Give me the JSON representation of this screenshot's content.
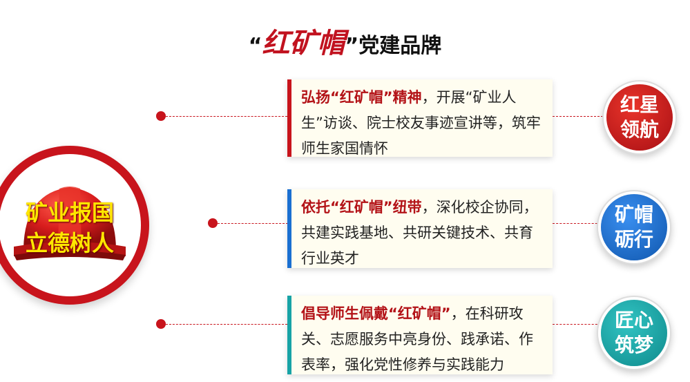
{
  "title": {
    "quote_open": "“",
    "highlight": "红矿帽",
    "quote_close": "”",
    "rest": "党建品牌"
  },
  "hub": {
    "line1": "矿业报国",
    "line2": "立德树人",
    "icon": "hard-hat-icon"
  },
  "items": [
    {
      "lead": "弘扬“红矿帽”精神",
      "body": "，开展“矿业人生”访谈、院士校友事迹宣讲等，筑牢师生家国情怀",
      "badge_line1": "红星",
      "badge_line2": "领航",
      "color": "#c8141c"
    },
    {
      "lead": "依托“红矿帽”纽带",
      "body": "，深化校企协同，共建实践基地、共研关键技术、共育行业英才",
      "badge_line1": "矿帽",
      "badge_line2": "砺行",
      "color": "#1a6fd1"
    },
    {
      "lead": "倡导师生佩戴“红矿帽”",
      "body": "，在科研攻关、志愿服务中亮身份、践承诺、作表率，强化党性修养与实践能力",
      "badge_line1": "匠心",
      "badge_line2": "筑梦",
      "color": "#17a3a6"
    }
  ]
}
